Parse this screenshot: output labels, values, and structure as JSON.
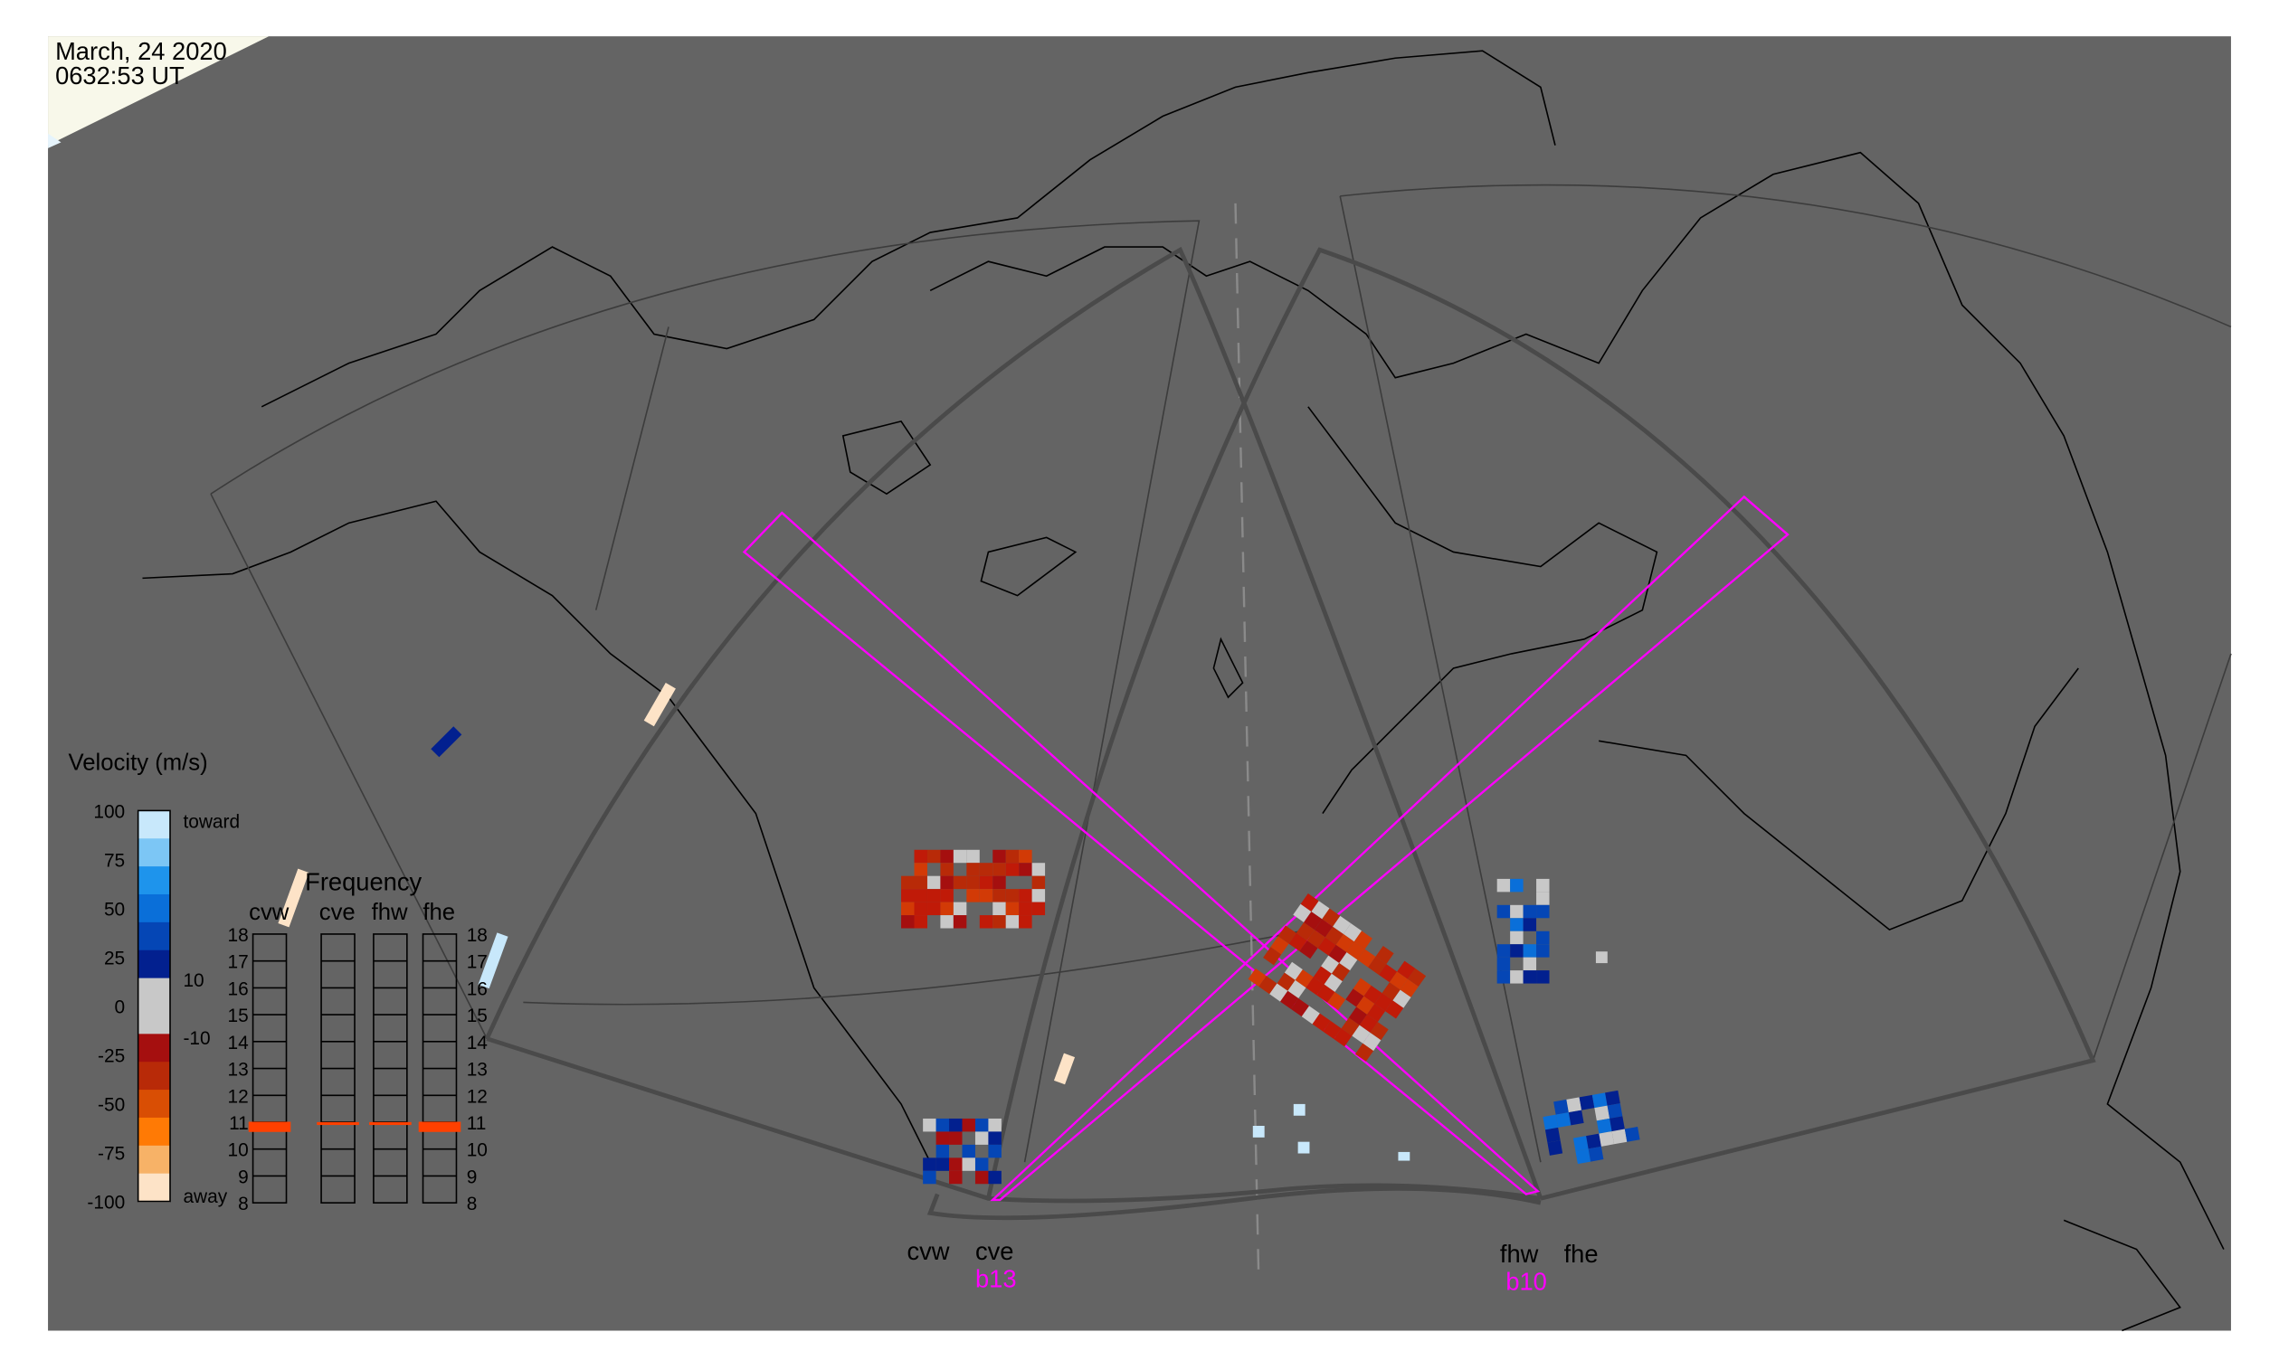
{
  "header": {
    "date": "March, 24 2020",
    "time": "0632:53 UT"
  },
  "velocity_legend": {
    "title": "Velocity (m/s)",
    "ticks": [
      "100",
      "75",
      "50",
      "25",
      "0",
      "-25",
      "-50",
      "-75",
      "-100"
    ],
    "toward_label": "toward",
    "away_label": "away",
    "gray_upper_label": "10",
    "gray_lower_label": "-10",
    "colors": [
      "#c8e8fb",
      "#7cc6f5",
      "#1e94ec",
      "#0a6fd9",
      "#0546b5",
      "#02208f",
      "#c8c8c8",
      "#c8c8c8",
      "#a50f0f",
      "#b82a08",
      "#d94e04",
      "#ff7a05",
      "#f7b267",
      "#fde3c7"
    ]
  },
  "frequency_panel": {
    "title": "Frequency",
    "columns": [
      "cvw",
      "cve",
      "fhw",
      "fhe"
    ],
    "ticks": [
      "18",
      "17",
      "16",
      "15",
      "14",
      "13",
      "12",
      "11",
      "10",
      "9",
      "8"
    ],
    "range_mhz": [
      8,
      18
    ],
    "values_mhz": [
      10.8,
      10.95,
      10.95,
      10.8
    ],
    "marker_color": "#ff4000"
  },
  "stations": {
    "cvw": "cvw",
    "cve": "cve",
    "fhw": "fhw",
    "fhe": "fhe",
    "beam_cve": "b13",
    "beam_fhw": "b10"
  },
  "colors": {
    "map_bg": "#646464",
    "beam": "#ff00ff",
    "corner": "#f8f8ea"
  }
}
